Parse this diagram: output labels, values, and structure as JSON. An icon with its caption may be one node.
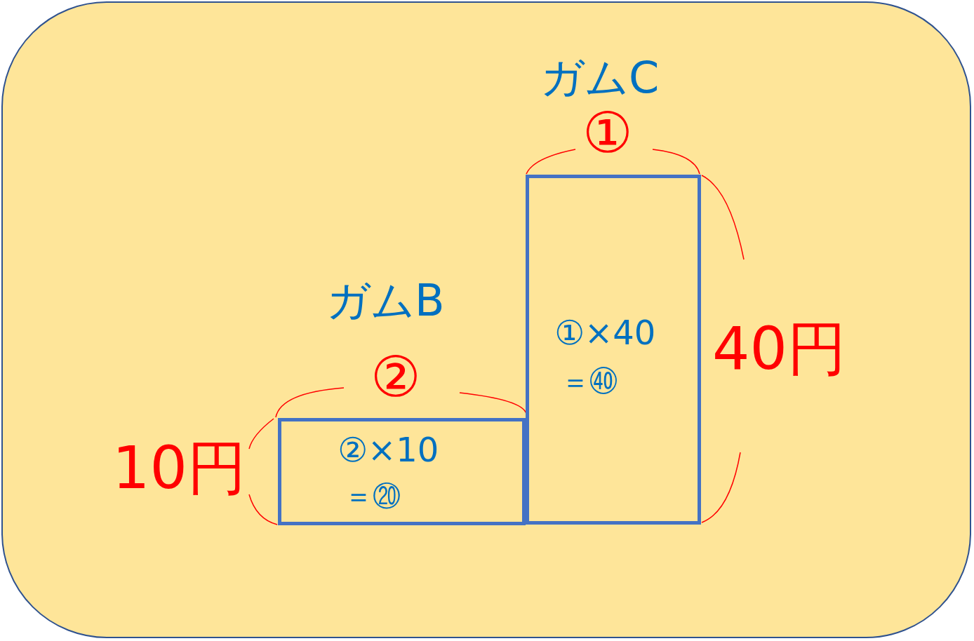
{
  "diagram": {
    "nodes": [
      {
        "text": [
          "②×10",
          "＝⑳"
        ]
      },
      {
        "text": [
          "①×40",
          "＝㊵"
        ]
      }
    ],
    "edges": [],
    "labels": [
      "ガムC",
      "①",
      "ガムB",
      "②",
      "40円",
      "10円"
    ]
  }
}
